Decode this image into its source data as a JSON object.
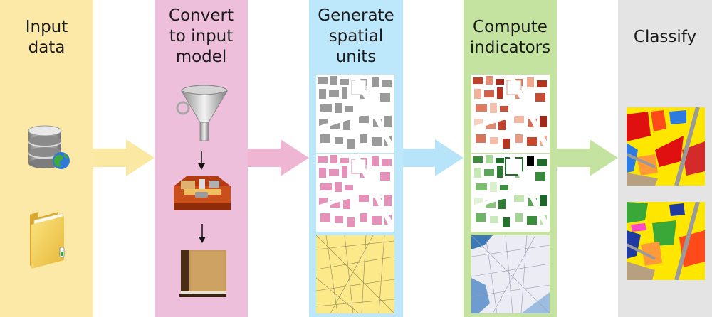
{
  "stages": [
    {
      "title": "Input\ndata",
      "color": "#fce9a8",
      "arrow": "#fbe8a3"
    },
    {
      "title": "Convert\nto input\nmodel",
      "color": "#eebfda",
      "arrow": "#eeb6d2"
    },
    {
      "title": "Generate\nspatial\nunits",
      "color": "#bde7fb",
      "arrow": "#b8e4fa"
    },
    {
      "title": "Compute\nindicators",
      "color": "#c4e3a0",
      "arrow": "#c4e3a0"
    },
    {
      "title": "Classify",
      "color": "#e4e4e4"
    }
  ],
  "icons": {
    "input": [
      "database-icon",
      "folder-icon"
    ],
    "convert": [
      "funnel-icon",
      "toolbox-icon",
      "book-icon"
    ]
  }
}
